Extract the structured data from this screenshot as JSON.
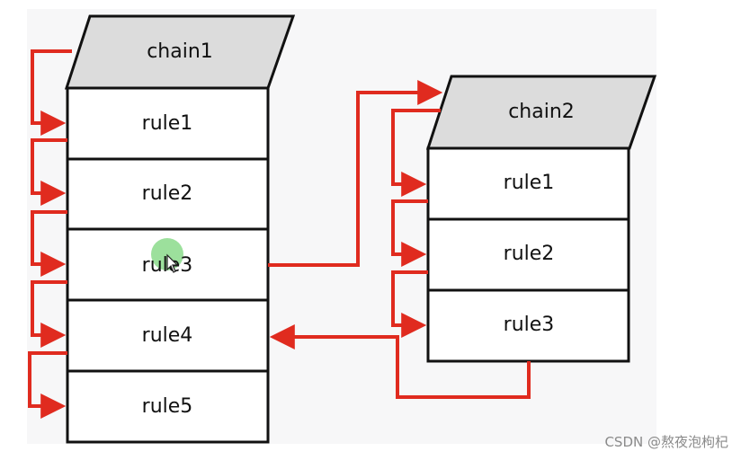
{
  "colors": {
    "background": "#ffffff",
    "panel_background": "#f7f7f8",
    "chain_header_fill": "#dcdcdc",
    "box_stroke": "#111111",
    "arrow": "#e02b1f",
    "cursor_highlight": "#7bd67b"
  },
  "chain1": {
    "title": "chain1",
    "rules": [
      "rule1",
      "rule2",
      "rule3",
      "rule4",
      "rule5"
    ]
  },
  "chain2": {
    "title": "chain2",
    "rules": [
      "rule1",
      "rule2",
      "rule3"
    ]
  },
  "watermark": "CSDN @熬夜泡枸杞"
}
